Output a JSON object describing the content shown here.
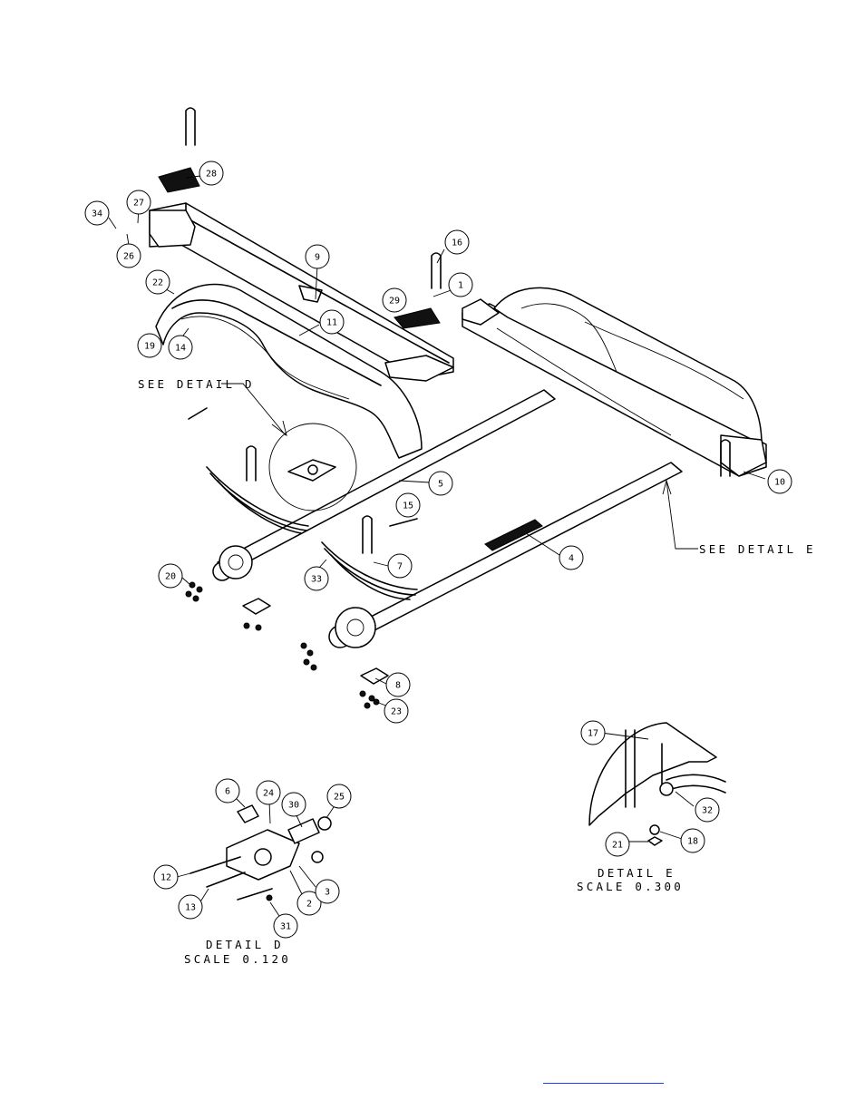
{
  "annotations": {
    "see_detail_d": "SEE DETAIL  D",
    "see_detail_e": "SEE DETAIL  E",
    "detail_d_title": "DETAIL  D",
    "detail_d_scale": "SCALE  0.120",
    "detail_e_title": "DETAIL  E",
    "detail_e_scale": "SCALE  0.300"
  },
  "callouts": [
    {
      "label": "1"
    },
    {
      "label": "2"
    },
    {
      "label": "3"
    },
    {
      "label": "4"
    },
    {
      "label": "5"
    },
    {
      "label": "6"
    },
    {
      "label": "7"
    },
    {
      "label": "8"
    },
    {
      "label": "9"
    },
    {
      "label": "10"
    },
    {
      "label": "11"
    },
    {
      "label": "12"
    },
    {
      "label": "13"
    },
    {
      "label": "14"
    },
    {
      "label": "15"
    },
    {
      "label": "16"
    },
    {
      "label": "17"
    },
    {
      "label": "18"
    },
    {
      "label": "19"
    },
    {
      "label": "20"
    },
    {
      "label": "21"
    },
    {
      "label": "22"
    },
    {
      "label": "23"
    },
    {
      "label": "24"
    },
    {
      "label": "25"
    },
    {
      "label": "26"
    },
    {
      "label": "27"
    },
    {
      "label": "28"
    },
    {
      "label": "29"
    },
    {
      "label": "30"
    },
    {
      "label": "31"
    },
    {
      "label": "32"
    },
    {
      "label": "33"
    },
    {
      "label": "34"
    }
  ],
  "colors": {
    "line": "#000000",
    "link_underline": "#1a3cff",
    "background": "#ffffff"
  }
}
